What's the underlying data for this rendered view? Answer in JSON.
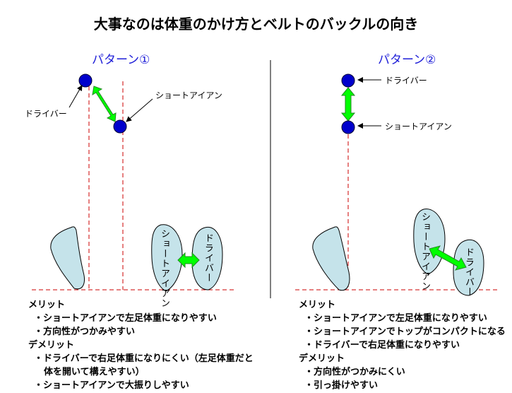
{
  "title": "大事なのは体重のかけ方とベルトのバックルの向き",
  "pattern1": {
    "heading": "パターン①",
    "driver_label": "ドライバー",
    "iron_label": "ショートアイアン",
    "foot_iron_text": "ショートアイアン",
    "foot_driver_text": "ドライバー",
    "merit_heading": "メリット",
    "merits": [
      "・ショートアイアンで左足体重になりやすい",
      "・方向性がつかみやすい"
    ],
    "demerit_heading": "デメリット",
    "demerits": [
      "・ドライバーで右足体重になりにくい（左足体重だと",
      "体を開いて構えやすい）",
      "・ショートアイアンで大振りしやすい"
    ]
  },
  "pattern2": {
    "heading": "パターン②",
    "driver_label": "ドライバー",
    "iron_label": "ショートアイアン",
    "foot_iron_text": "ショートアイアン",
    "foot_driver_text": "ドライバー",
    "merit_heading": "メリット",
    "merits": [
      "・ショートアイアンで左足体重になりやすい",
      "・ショートアイアンでトップがコンパクトになる",
      "・ドライバーで右足体重になりやすい"
    ],
    "demerit_heading": "デメリット",
    "demerits": [
      "・方向性がつかみにくい",
      "・引っ掛けやすい"
    ]
  },
  "colors": {
    "ball": "#0000cc",
    "arrow": "#00ff00",
    "foot": "#c5e3ea",
    "guide": "#cc0000",
    "heading": "#1f1fd8"
  }
}
